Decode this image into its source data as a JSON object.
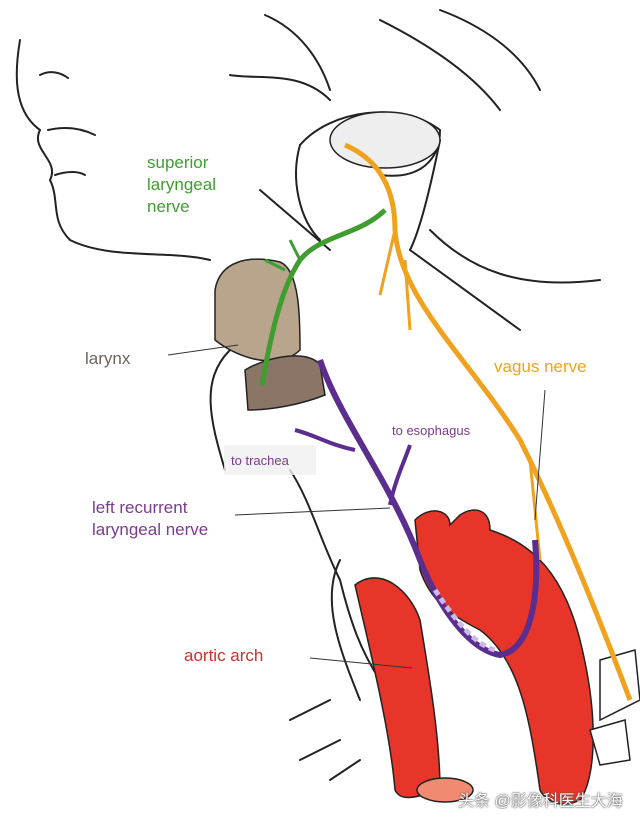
{
  "labels": {
    "superior_laryngeal": [
      "superior",
      "laryngeal",
      "nerve"
    ],
    "larynx": "larynx",
    "vagus": "vagus nerve",
    "to_trachea": "to trachea",
    "to_esophagus": "to esophagus",
    "left_recurrent": [
      "left recurrent",
      "laryngeal nerve"
    ],
    "aortic_arch": "aortic arch"
  },
  "watermark": "头条 @影像科医生大海",
  "colors": {
    "superior_laryngeal": "#3f9e2f",
    "vagus": "#f0a21e",
    "recurrent": "#5b2d8e",
    "aorta": "#e8352a",
    "larynx": "#b8a58b",
    "larynx_label": "#6b6560",
    "recurrent_label": "#7b3b8e",
    "aorta_label": "#c8322b"
  }
}
